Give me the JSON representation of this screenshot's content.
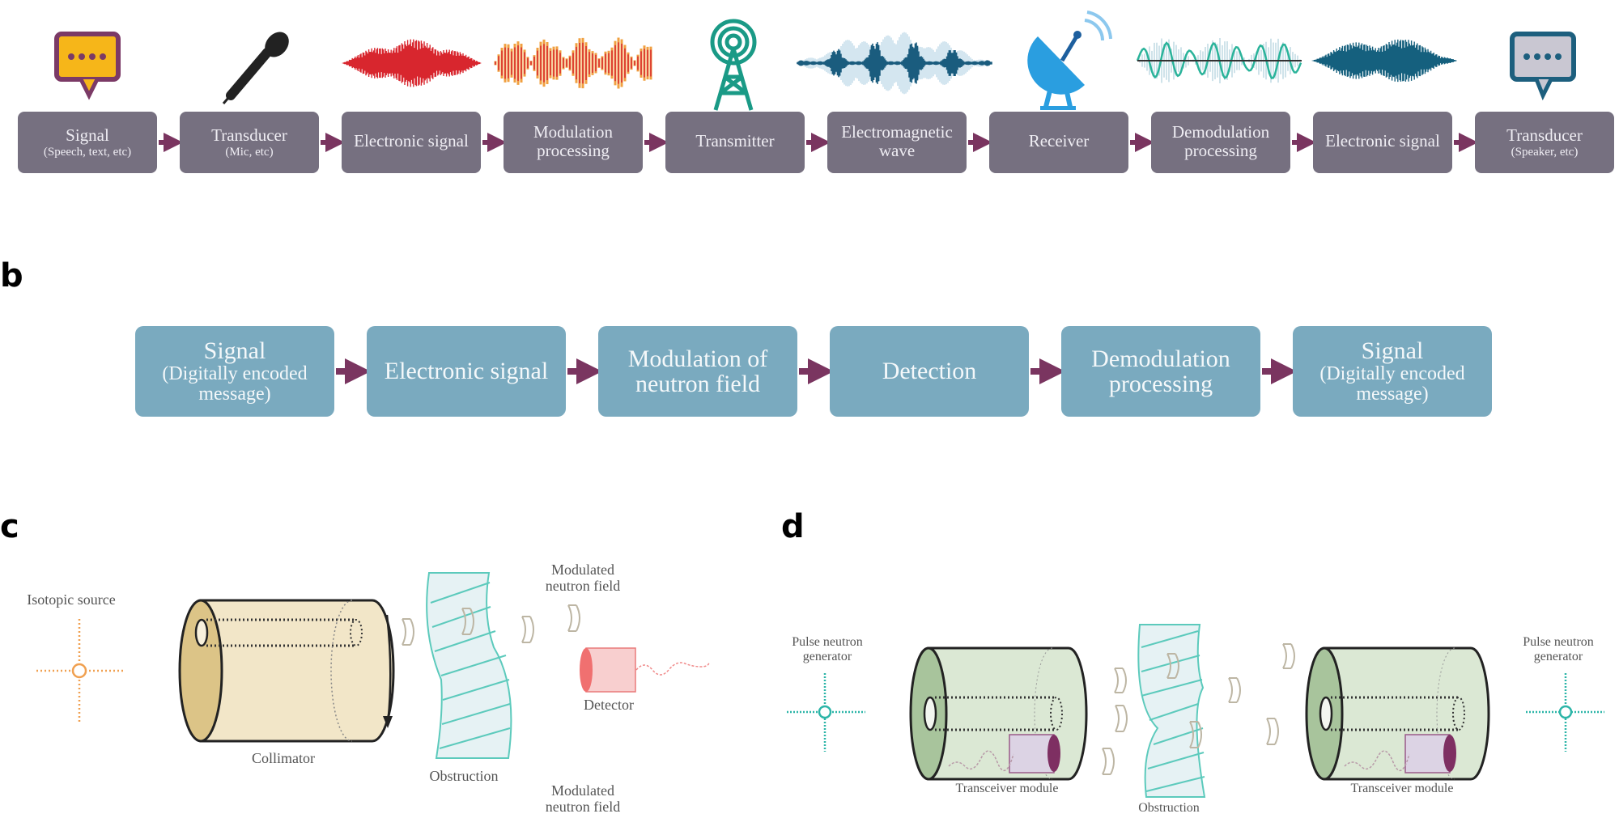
{
  "panel_a": {
    "steps": [
      {
        "main": "Signal",
        "sub": "(Speech, text, etc)"
      },
      {
        "main": "Transducer",
        "sub": "(Mic, etc)"
      },
      {
        "main": "Electronic signal",
        "sub": ""
      },
      {
        "main": "Modulation processing",
        "sub": ""
      },
      {
        "main": "Transmitter",
        "sub": ""
      },
      {
        "main": "Electromagnetic wave",
        "sub": ""
      },
      {
        "main": "Receiver",
        "sub": ""
      },
      {
        "main": "Demodulation processing",
        "sub": ""
      },
      {
        "main": "Electronic signal",
        "sub": ""
      },
      {
        "main": "Transducer",
        "sub": "(Speaker, etc)"
      }
    ],
    "icons": [
      "speech-bubble-icon",
      "microphone-icon",
      "audio-waveform-icon",
      "modulated-waveform-icon",
      "radio-tower-icon",
      "electromagnetic-wave-icon",
      "satellite-dish-icon",
      "demodulated-waveform-icon",
      "audio-waveform-icon",
      "speech-bubble-icon"
    ]
  },
  "panel_b": {
    "label": "b",
    "steps": [
      {
        "main": "Signal",
        "sub": "(Digitally encoded message)"
      },
      {
        "main": "Electronic signal",
        "sub": ""
      },
      {
        "main": "Modulation of neutron field",
        "sub": ""
      },
      {
        "main": "Detection",
        "sub": ""
      },
      {
        "main": "Demodulation processing",
        "sub": ""
      },
      {
        "main": "Signal",
        "sub": "(Digitally encoded message)"
      }
    ]
  },
  "panel_c": {
    "label": "c",
    "source": "Isotopic source",
    "collimator": "Collimator",
    "obstruction": "Obstruction",
    "field_top": "Modulated neutron field",
    "field_bottom": "Modulated neutron field",
    "detector": "Detector"
  },
  "panel_d": {
    "label": "d",
    "generator_left": "Pulse neutron generator",
    "generator_right": "Pulse neutron generator",
    "module_left": "Transceiver module",
    "module_right": "Transceiver module",
    "obstruction": "Obstruction"
  },
  "colors": {
    "a_box": "#767080",
    "arrow": "#7a3560",
    "b_box": "#7aaabf",
    "teal": "#2cb5a8",
    "orange": "#f0a050",
    "collimator": "#f2e6c8",
    "module": "#dbe8d4"
  }
}
